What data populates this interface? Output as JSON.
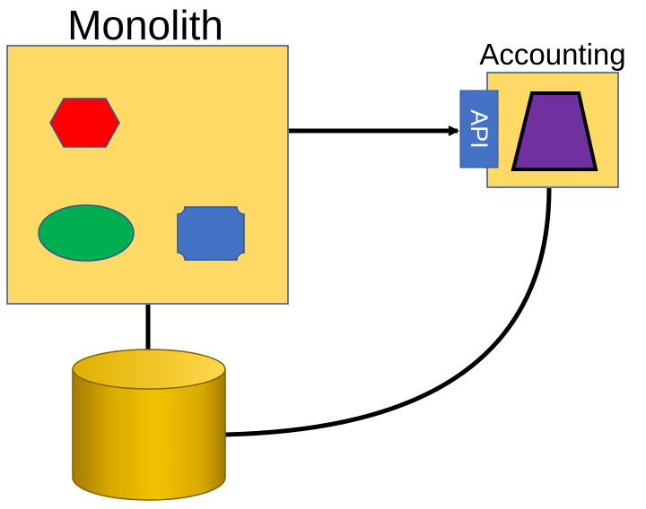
{
  "monolith": {
    "title": "Monolith"
  },
  "accounting": {
    "title": "Accounting",
    "api_label": "API"
  },
  "colors": {
    "box_fill": "#ffd966",
    "box_stroke": "#2f5597",
    "hexagon": "#ff0000",
    "ellipse": "#00b050",
    "octagon": "#4472c4",
    "trapezoid": "#7030a0",
    "api_badge": "#4472c4",
    "database": "#e6b800",
    "connector": "#000000"
  }
}
